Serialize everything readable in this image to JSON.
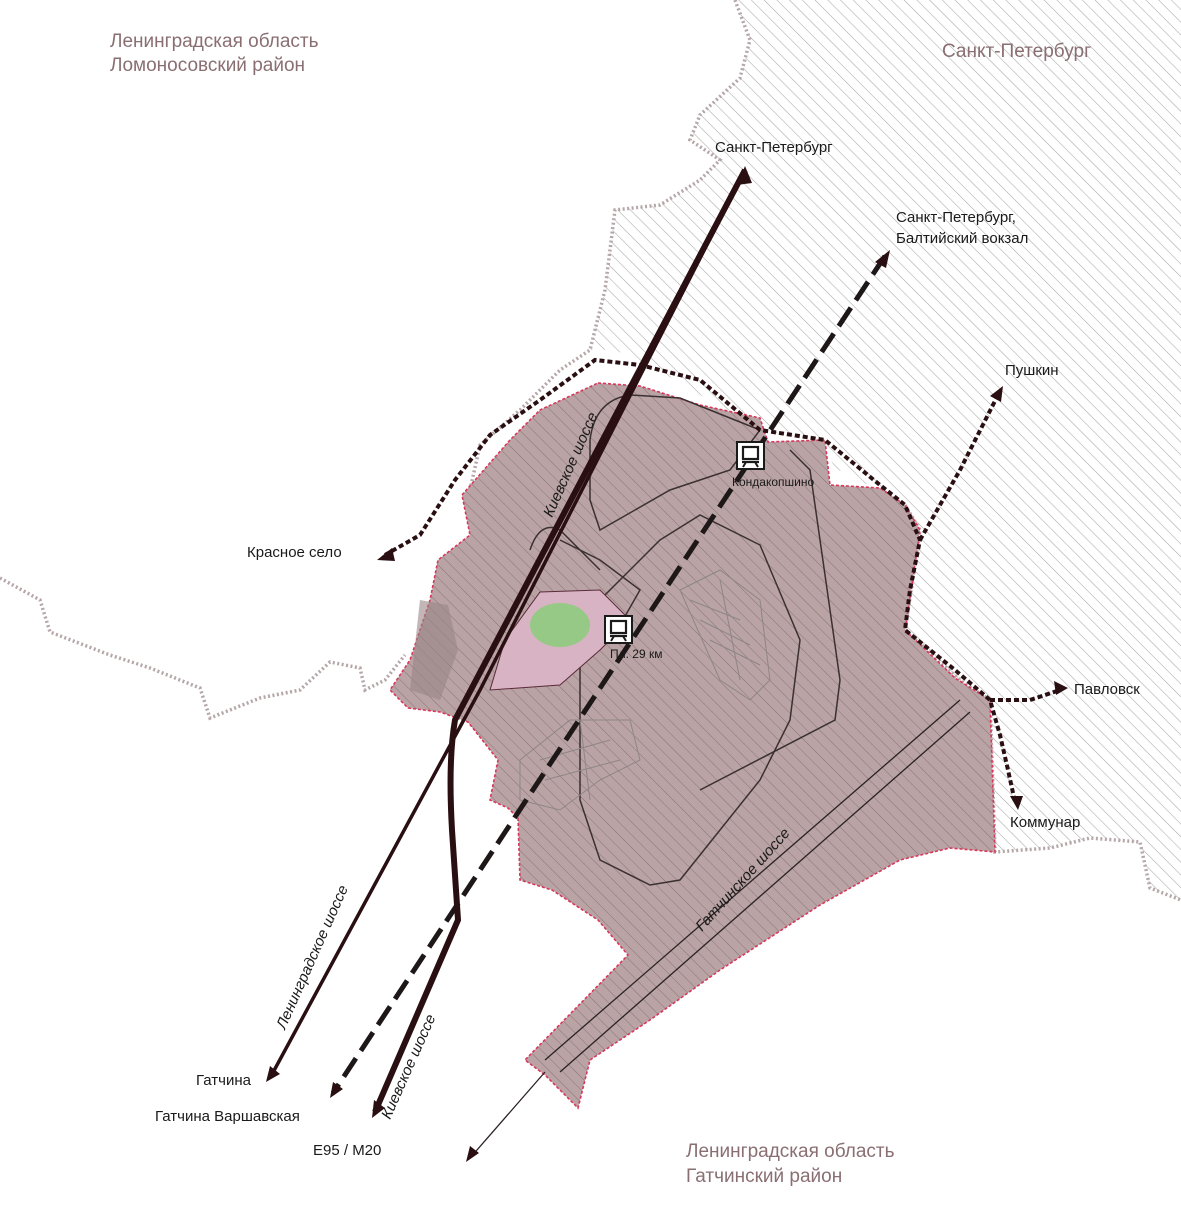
{
  "colors": {
    "region_text": "#8a6f72",
    "spb_hatch": "#a7a7a7",
    "zone_fill": "#b9a3a4",
    "zone_border": "#d8365a",
    "boundary": "#b5a6a7",
    "highway": "#2a0f12",
    "rail": "#1e1718",
    "pink_zone": "#d8b3c4",
    "green_zone": "#96c986"
  },
  "regions": {
    "lomonosov_line1": "Ленинградская область",
    "lomonosov_line2": "Ломоносовский район",
    "spb": "Санкт-Петербург",
    "gatchina_line1": "Ленинградская область",
    "gatchina_line2": "Гатчинский район"
  },
  "destinations": {
    "spb": "Санкт-Петербург",
    "spb_baltic_line1": "Санкт-Петербург,",
    "spb_baltic_line2": "Балтийский вокзал",
    "pushkin": "Пушкин",
    "krasnoe_selo": "Красное село",
    "pavlovsk": "Павловск",
    "kommunar": "Коммунар",
    "gatchina": "Гатчина",
    "gatchina_varshavskaya": "Гатчина Варшавская",
    "e95": "Е95 / М20"
  },
  "roads": {
    "kievskoe_north": "Киевское шоссе",
    "kievskoe_south": "Киевское шоссе",
    "leningradskoe": "Ленинградское шоссе",
    "gatchinskoe": "Гатчинское шоссе"
  },
  "stations": {
    "kondakopshino": "Кондакопшино",
    "pl29": "Пл. 29 км"
  },
  "icons": {
    "station": "train-station-icon",
    "arrow": "arrowhead-icon"
  }
}
